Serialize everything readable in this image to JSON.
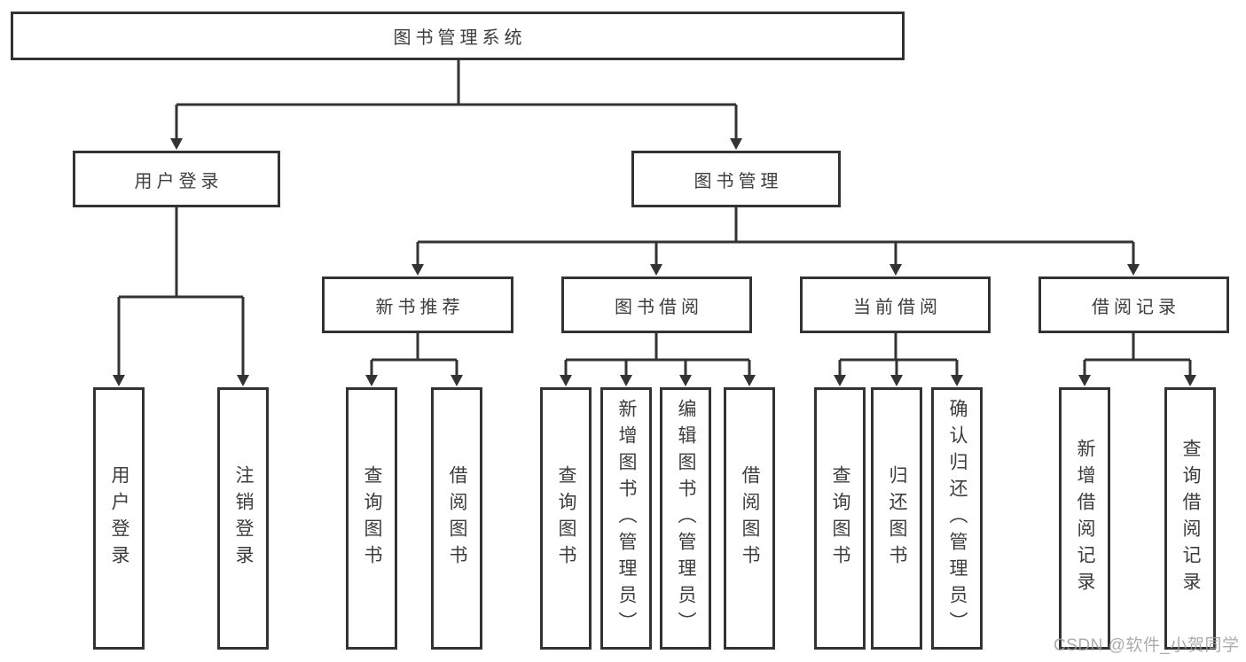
{
  "diagram": {
    "title": "图书管理系统",
    "nodes": {
      "root": "图书管理系统",
      "l2": [
        "用户登录",
        "图书管理"
      ],
      "l3": [
        "新书推荐",
        "图书借阅",
        "当前借阅",
        "借阅记录"
      ],
      "leaves_login": [
        "用户登录",
        "注销登录"
      ],
      "leaves_newbook": [
        "查询图书",
        "借阅图书"
      ],
      "leaves_borrow": [
        "查询图书",
        "新增图书（管理员）",
        "编辑图书（管理员）",
        "借阅图书"
      ],
      "leaves_current": [
        "查询图书",
        "归还图书",
        "确认归还（管理员）"
      ],
      "leaves_record": [
        "新增借阅记录",
        "查询借阅记录"
      ]
    },
    "colors": {
      "line": "#333333",
      "border": "#333333",
      "text": "#3d3d3d",
      "watermark_text": "#9e9e9e",
      "background": "#ffffff"
    }
  },
  "watermark": "CSDN @软件_小贺同学"
}
